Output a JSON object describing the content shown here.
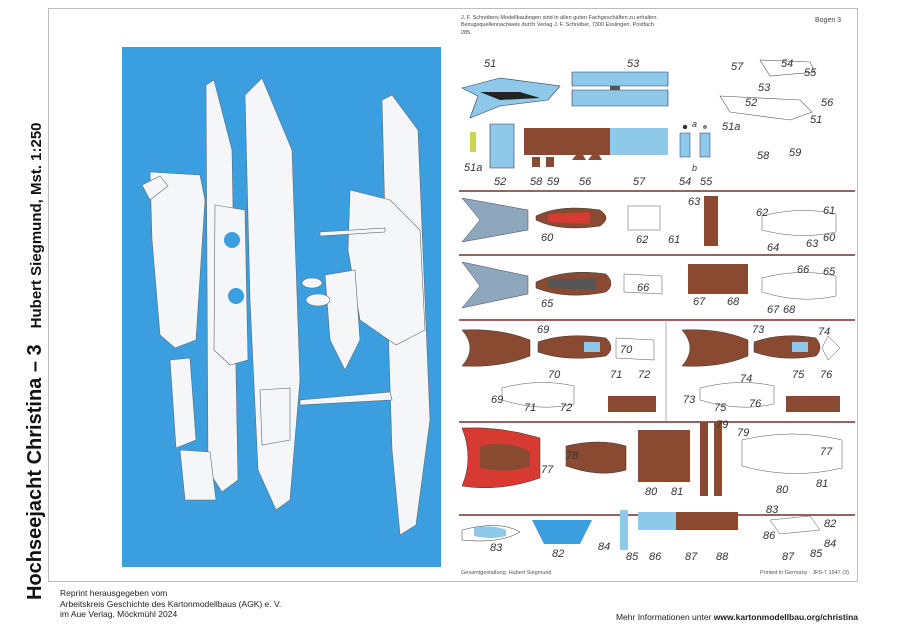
{
  "title": {
    "main": "Hochseejacht Christina – 3",
    "sub": "Hubert Siegmund, Mst. 1:250"
  },
  "sheet": {
    "label": "Bogen 3",
    "notice": "J. F. Schreibers Modellbaubogen sind in allen guten Fachgeschäften zu erhalten. Bezugsquellennachweis durch Verlag J. F. Schreiber, 7300 Esslingen, Postfach 285.",
    "design_credit": "Gesamtgestaltung: Hubert Siegmund",
    "printed": "Printed in Germany · JFS-7 1647 (3)"
  },
  "part_numbers": {
    "p51": "51",
    "p53": "53",
    "p57": "57",
    "p54": "54",
    "p55": "55",
    "p53b": "53",
    "p56": "56",
    "p52": "52",
    "p51a": "51a",
    "p51b": "51",
    "p58": "58",
    "p59": "59",
    "p51a2": "51a",
    "p52b": "52",
    "p58b": "58",
    "p59b": "59",
    "p56b": "56",
    "p57b": "57",
    "p54b": "54",
    "p55b": "55",
    "a": "a",
    "b": "b",
    "p63": "63",
    "p62": "62",
    "p61": "61",
    "p60": "60",
    "p62b": "62",
    "p61b": "61",
    "p63b": "63",
    "p64": "64",
    "p60b": "60",
    "p65": "65",
    "p66": "66",
    "p67": "67",
    "p68": "68",
    "p66b": "66",
    "p65b": "65",
    "p67b": "67",
    "p68b": "68",
    "p69": "69",
    "p70": "70",
    "p71": "71",
    "p72": "72",
    "p70b": "70",
    "p69b": "69",
    "p71b": "71",
    "p72b": "72",
    "p73": "73",
    "p74": "74",
    "p75": "75",
    "p76": "76",
    "p73b": "73",
    "p74b": "74",
    "p75b": "75",
    "p76b": "76",
    "p77": "77",
    "p78": "78",
    "p79": "79",
    "p80": "80",
    "p81": "81",
    "p79b": "79",
    "p77b": "77",
    "p80b": "80",
    "p81b": "81",
    "p83": "83",
    "p82": "82",
    "p84": "84",
    "p85": "85",
    "p86": "86",
    "p87": "87",
    "p88": "88",
    "p83b": "83",
    "p82b": "82",
    "p86b": "86",
    "p84b": "84",
    "p87b": "87",
    "p85b": "85"
  },
  "footer": {
    "reprint_line1": "Reprint herausgegeben vom",
    "reprint_line2": "Arbeitskreis Geschichte des Kartonmodellbaus (AGK) e. V.",
    "reprint_line3": "im Aue Verlag, Möckmühl 2024",
    "more_info_prefix": "Mehr Informationen unter ",
    "url": "www.kartonmodellbau.org/christina"
  },
  "colors": {
    "blue_panel": "#3b9fdf",
    "light_blue": "#8fc9ea",
    "brown": "#8a4a32",
    "red": "#d63a30",
    "gray_blue": "#8fa7bd"
  }
}
